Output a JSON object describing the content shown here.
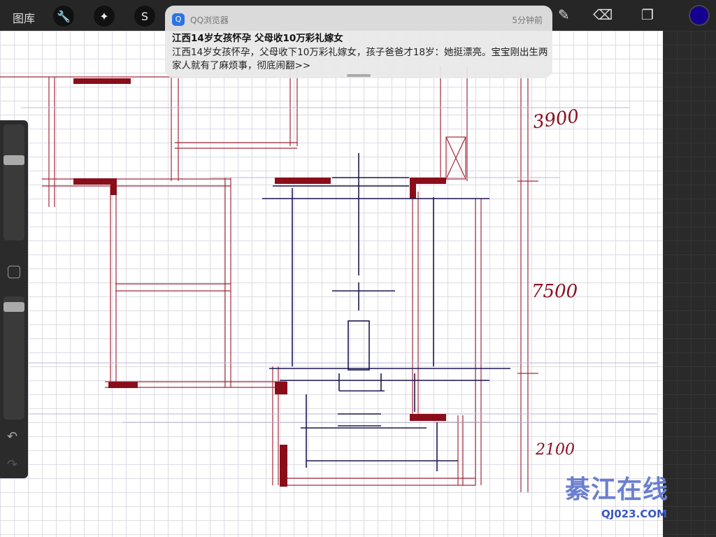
{
  "toolbar": {
    "gallery": "图库",
    "icons": [
      "wrench-icon",
      "magic-wand-icon",
      "selection-icon",
      "transform-icon",
      "brush-icon",
      "smudge-icon",
      "eraser-icon",
      "layers-icon"
    ],
    "color": "#14008f"
  },
  "notification": {
    "app": "QQ浏览器",
    "time": "5分钟前",
    "title": "江西14岁女孩怀孕 父母收10万彩礼嫁女",
    "body": "江西14岁女孩怀孕，父母收下10万彩礼嫁女，孩子爸爸才18岁：她挺漂亮。宝宝刚出生两家人就有了麻烦事，彻底闹翻>>"
  },
  "drawing": {
    "dim1": "3900",
    "dim2": "7500",
    "dim3": "2100"
  },
  "watermark": {
    "name": "綦江在线",
    "url": "QJ023.COM"
  }
}
